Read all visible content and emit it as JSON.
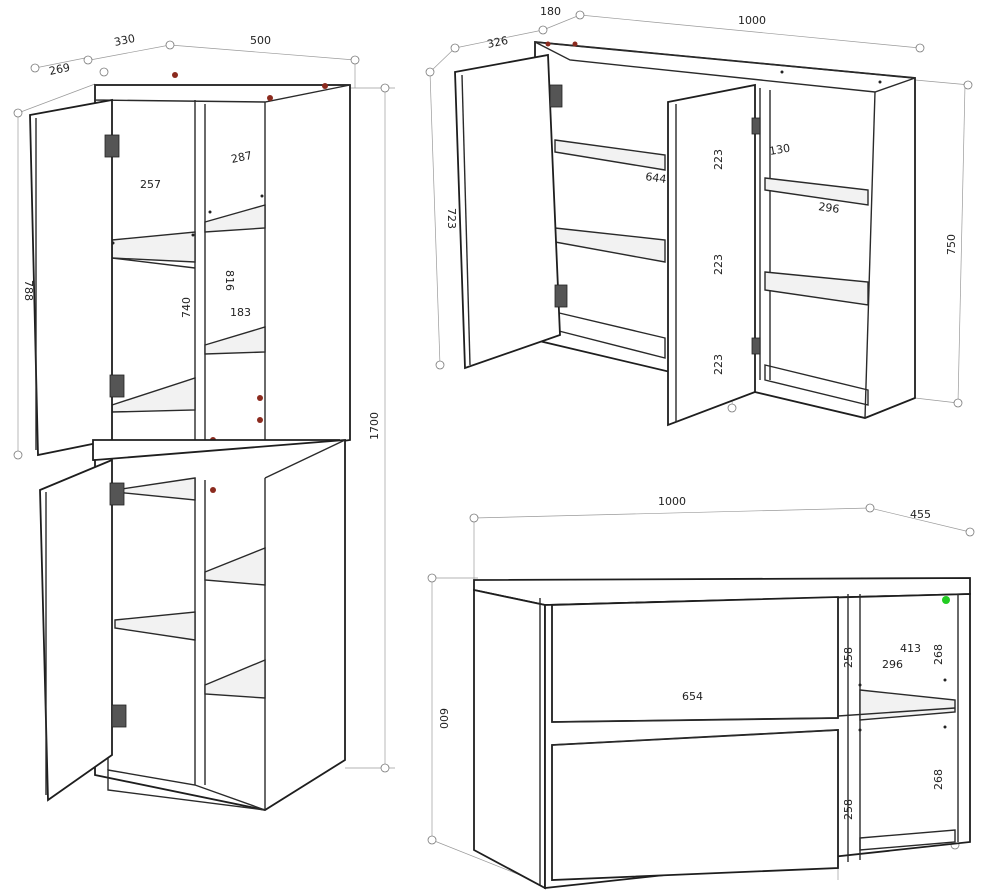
{
  "cabinets": {
    "tall_cabinet": {
      "dims": {
        "depth_left": "269",
        "depth_top": "330",
        "width": "500",
        "height_total": "1700",
        "height_upper": "788",
        "shelf_width": "257",
        "right_depth": "287",
        "inner_height": "740",
        "right_height": "816",
        "right_shelf": "183"
      }
    },
    "wall_cabinet": {
      "dims": {
        "depth_left": "326",
        "depth_top": "180",
        "width": "1000",
        "door_height": "723",
        "height": "750",
        "inner_width": "644",
        "spacing_1": "223",
        "spacing_2": "223",
        "spacing_3": "223",
        "right_depth": "130",
        "right_width": "296"
      }
    },
    "vanity_cabinet": {
      "dims": {
        "width": "1000",
        "depth": "455",
        "height": "600",
        "drawer_width": "654",
        "drawer_height_upper": "258",
        "drawer_height_lower": "258",
        "right_depth": "413",
        "right_width": "296",
        "right_height_upper": "268",
        "right_height_lower": "268"
      }
    }
  },
  "colors": {
    "line": "#2a2a2a",
    "dimension": "#8a8a8a",
    "pin": "#8b2a1e",
    "marker": "#22cc22"
  }
}
